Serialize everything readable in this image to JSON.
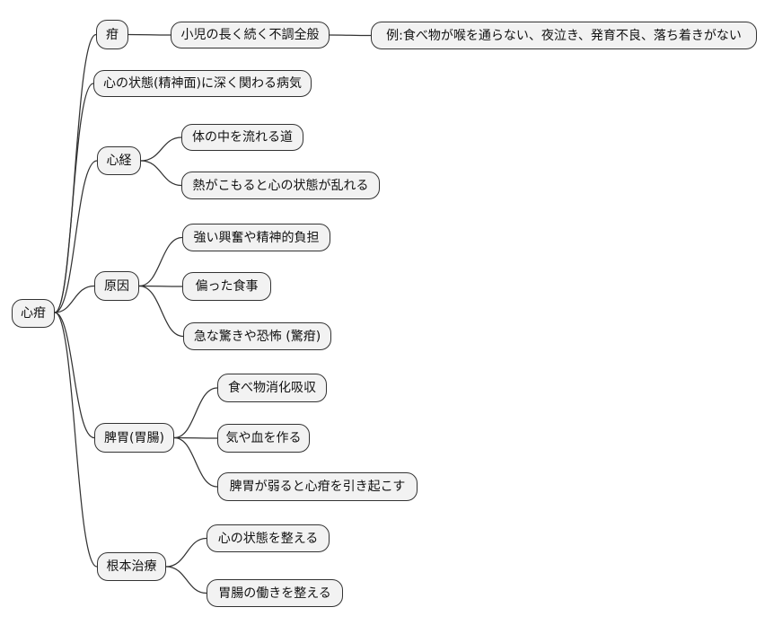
{
  "diagram": {
    "type": "mindmap",
    "colors": {
      "node_fill": "#f2f2f2",
      "node_border": "#333333",
      "connector": "#333333",
      "text": "#111111",
      "background": "#ffffff"
    },
    "root": {
      "label": "心疳"
    },
    "branches": [
      {
        "label": "疳",
        "children": [
          {
            "label": "小児の長く続く不調全般",
            "children": [
              {
                "label": "例:食べ物が喉を通らない、夜泣き、発育不良、落ち着きがない"
              }
            ]
          }
        ]
      },
      {
        "label": "心の状態(精神面)に深く関わる病気",
        "children": []
      },
      {
        "label": "心経",
        "children": [
          {
            "label": "体の中を流れる道"
          },
          {
            "label": "熱がこもると心の状態が乱れる"
          }
        ]
      },
      {
        "label": "原因",
        "children": [
          {
            "label": "強い興奮や精神的負担"
          },
          {
            "label": "偏った食事"
          },
          {
            "label": "急な驚きや恐怖 (驚疳)"
          }
        ]
      },
      {
        "label": "脾胃(胃腸)",
        "children": [
          {
            "label": "食べ物消化吸収"
          },
          {
            "label": "気や血を作る"
          },
          {
            "label": "脾胃が弱ると心疳を引き起こす"
          }
        ]
      },
      {
        "label": "根本治療",
        "children": [
          {
            "label": "心の状態を整える"
          },
          {
            "label": "胃腸の働きを整える"
          }
        ]
      }
    ]
  }
}
